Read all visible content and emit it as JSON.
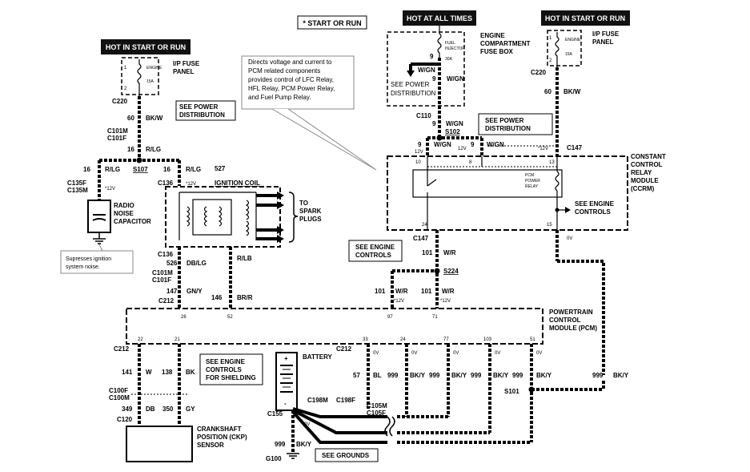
{
  "headers": {
    "hot_start_run_left": "HOT IN START OR RUN",
    "hot_all_times": "HOT AT ALL TIMES",
    "hot_start_run_right": "HOT IN START OR RUN",
    "start_or_run_note": "* START OR RUN"
  },
  "left_fuse": {
    "pin_in": "1",
    "pin_out": "2",
    "name": "ENGINE",
    "rating": "15A",
    "panel_line1": "I/P FUSE",
    "panel_line2": "PANEL"
  },
  "right_fuse": {
    "pin_in": "1",
    "pin_out": "2",
    "name": "ENGINE",
    "rating": "15A",
    "panel_line1": "I/P FUSE",
    "panel_line2": "PANEL"
  },
  "engine_fuse": {
    "label_1": "ENGINE",
    "label_2": "COMPARTMENT",
    "label_3": "FUSE BOX",
    "fuse_name_1": "FUEL",
    "fuse_name_2": "INJECTOR",
    "fuse_rating": "30A",
    "pin_top": "9",
    "pin_mid": "9",
    "see_power_1": "SEE POWER",
    "see_power_2": "DISTRIBUTION"
  },
  "connectors": {
    "c220_left": "C220",
    "c220_right": "C220",
    "c101m_left": "C101M",
    "c101f_left": "C101F",
    "s107": "S107",
    "c135f": "C135F",
    "c135m": "C135M",
    "c136_top": "C136",
    "c136_bottom": "C136",
    "c101m_mid": "C101M",
    "c101f_mid": "C101F",
    "c212_top": "C212",
    "c110": "C110",
    "s102": "S102",
    "c147_top": "C147",
    "c147_bottom": "C147",
    "s224": "S224",
    "c212_bottom_left": "C212",
    "c212_bottom_right": "C212",
    "c100f": "C100F",
    "c100m": "C100M",
    "c120": "C120",
    "c155": "C155",
    "g100": "G100",
    "c198m": "C198M",
    "c198f": "C198F",
    "c105m": "C105M",
    "c105f": "C105F",
    "s101": "S101"
  },
  "wires": {
    "w60_left": {
      "num": "60",
      "color": "BK/W"
    },
    "w16_top": {
      "num": "16",
      "color": "R/LG"
    },
    "w16_left": {
      "num": "16",
      "color": "R/LG"
    },
    "w16_right": {
      "num": "16",
      "color": "R/LG"
    },
    "w526": {
      "num": "526",
      "color": "DB/LG"
    },
    "w527": {
      "num": "527",
      "color": "R/LB"
    },
    "w147": {
      "num": "147",
      "color": "GN/Y"
    },
    "w146": {
      "num": "146",
      "color": "BR/R"
    },
    "wgn_to_pd": "W/GN",
    "wgn_down": "W/GN",
    "w9_c110": {
      "num": "9",
      "color": "W/GN"
    },
    "w9_ccrm_a": {
      "num": "9",
      "color": "W/GN"
    },
    "w9_ccrm_b": {
      "num": "9",
      "color": "W/GN"
    },
    "w60_right": {
      "num": "60",
      "color": "BK/W"
    },
    "w101_top": {
      "num": "101",
      "color": "W/R"
    },
    "w101_a": {
      "num": "101",
      "color": "W/R"
    },
    "w101_b": {
      "num": "101",
      "color": "W/R"
    },
    "w999_right": {
      "num": "999",
      "color": "BK/Y"
    },
    "w141": {
      "num": "141",
      "color": "W"
    },
    "w138": {
      "num": "138",
      "color": "BK"
    },
    "w349": {
      "num": "349",
      "color": "DB"
    },
    "w350": {
      "num": "350",
      "color": "GY"
    },
    "w999_g100": {
      "num": "999",
      "color": "BK/Y"
    },
    "w57": {
      "num": "57",
      "color": "BL"
    },
    "w999_a": {
      "num": "999",
      "color": "BK/Y"
    },
    "w999_b": {
      "num": "999",
      "color": "BK/Y"
    },
    "w999_c": {
      "num": "999",
      "color": "BK/Y"
    },
    "w999_d": {
      "num": "999",
      "color": "BK/Y"
    }
  },
  "voltages": {
    "v12_capacitor": "*12V",
    "v12_coil": "*12V",
    "v12_ccrm_a": "12V",
    "v12_ccrm_b": "12V",
    "v12_ccrm_c": "*12V",
    "v12_pcm_a": "*12V",
    "v12_pcm_b": "*12V",
    "v0_ccrm": "0V",
    "v0_battery": "0V",
    "v0_a": "0V",
    "v0_b": "0V",
    "v0_c": "0V",
    "v0_d": "0V",
    "v0_e": "0V"
  },
  "components": {
    "radio_cap_1": "RADIO",
    "radio_cap_2": "NOISE",
    "radio_cap_3": "CAPACITOR",
    "ignition_coil": "IGNITION COIL",
    "spark_1": "TO",
    "spark_2": "SPARK",
    "spark_3": "PLUGS",
    "ckp_1": "CRANKSHAFT",
    "ckp_2": "POSITION (CKP)",
    "ckp_3": "SENSOR"
  },
  "notes": {
    "see_power_dist_left_1": "SEE POWER",
    "see_power_dist_left_2": "DISTRIBUTION",
    "see_power_dist_right_1": "SEE POWER",
    "see_power_dist_right_2": "DISTRIBUTION",
    "suppress_1": "Supresses ignition",
    "suppress_2": "system noise.",
    "directs_1": "Directs voltage and current to",
    "directs_2": "PCM related components",
    "directs_3": "provides control of LFC Relay,",
    "directs_4": "HFL Relay, PCM Power Relay,",
    "directs_5": "and Fuel Pump Relay.",
    "see_engine_mid_1": "SEE ENGINE",
    "see_engine_mid_2": "CONTROLS",
    "shield_1": "SEE ENGINE",
    "shield_2": "CONTROLS",
    "shield_3": "FOR SHIELDING",
    "see_grounds": "SEE GROUNDS"
  },
  "ccrm": {
    "pin10": "10",
    "pin8": "8",
    "pin13": "13",
    "pin24": "24",
    "pin15": "15",
    "relay_1": "PCM",
    "relay_2": "POWER",
    "relay_3": "RELAY",
    "see_engine_1": "SEE ENGINE",
    "see_engine_2": "CONTROLS",
    "name_1": "CONSTANT",
    "name_2": "CONTROL",
    "name_3": "RELAY",
    "name_4": "MODULE",
    "name_5": "(CCRM)"
  },
  "pcm": {
    "pin26": "26",
    "pin52": "52",
    "pin97": "97",
    "pin71": "71",
    "pin22": "22",
    "pin21": "21",
    "pin33": "33",
    "pin24": "24",
    "pin77": "77",
    "pin103": "103",
    "pin51": "51",
    "name_1": "POWERTRAIN",
    "name_2": "CONTROL",
    "name_3": "MODULE (PCM)"
  },
  "battery": {
    "plus": "+",
    "minus": "-",
    "label": "BATTERY"
  }
}
